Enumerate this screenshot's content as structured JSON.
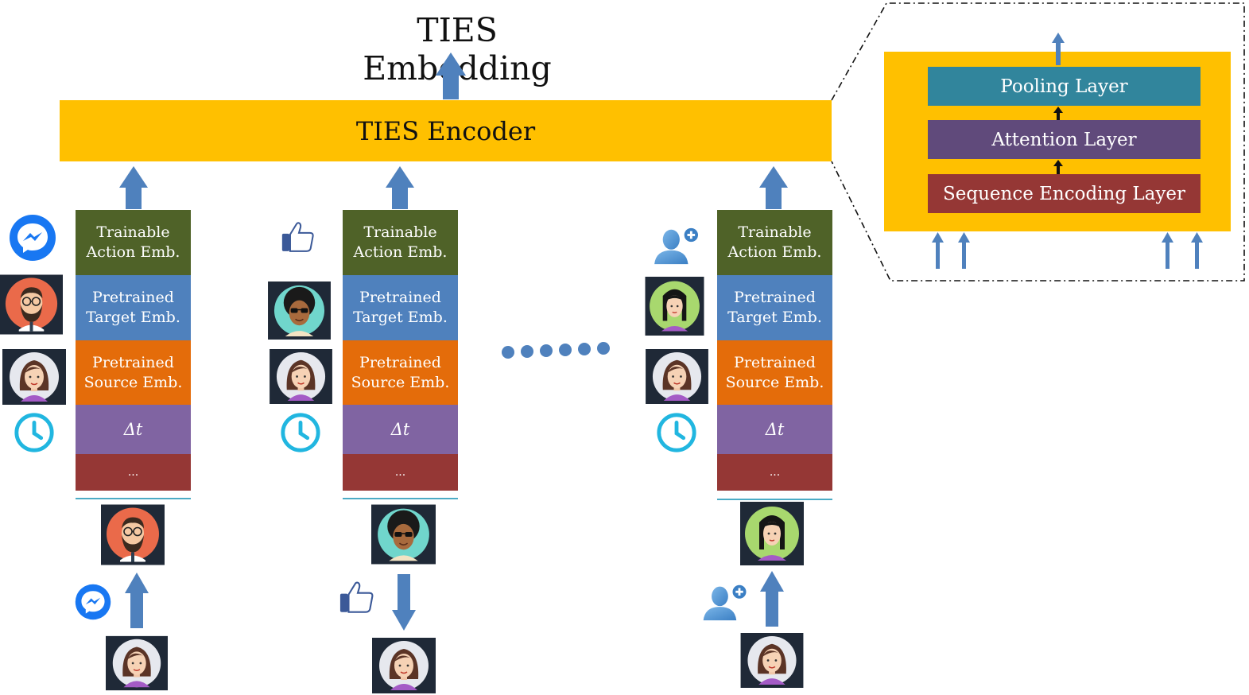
{
  "title": "TIES Embedding",
  "encoder_label": "TIES Encoder",
  "inset": {
    "layers": [
      "Pooling Layer",
      "Attention Layer",
      "Sequence Encoding Layer"
    ],
    "colors": [
      "#31859C",
      "#604A7B",
      "#953735"
    ]
  },
  "columns": [
    {
      "action_icon": "messenger-icon",
      "cells": [
        "Trainable\nAction Emb.",
        "Pretrained\nTarget Emb.",
        "Pretrained\nSource Emb.",
        "Δt",
        "..."
      ],
      "target_avatar": "bearded-man-avatar",
      "source_avatar": "woman-avatar",
      "edge_direction": "up"
    },
    {
      "action_icon": "thumbs-up-icon",
      "cells": [
        "Trainable\nAction Emb.",
        "Pretrained\nTarget Emb.",
        "Pretrained\nSource Emb.",
        "Δt",
        "..."
      ],
      "target_avatar": "sunglasses-person-avatar",
      "source_avatar": "woman-avatar",
      "edge_direction": "down"
    },
    {
      "action_icon": "add-friend-icon",
      "cells": [
        "Trainable\nAction Emb.",
        "Pretrained\nTarget Emb.",
        "Pretrained\nSource Emb.",
        "Δt",
        "..."
      ],
      "target_avatar": "braided-girl-avatar",
      "source_avatar": "woman-avatar",
      "edge_direction": "up"
    }
  ],
  "colors": {
    "encoder": "#FFC000",
    "arrow": "#4F81BD",
    "action": "#4F6228",
    "target": "#4F81BD",
    "source": "#E46C0A",
    "delta": "#8064A2",
    "more": "#953735",
    "clock": "#21B6E0",
    "messenger": "#1877F2"
  }
}
